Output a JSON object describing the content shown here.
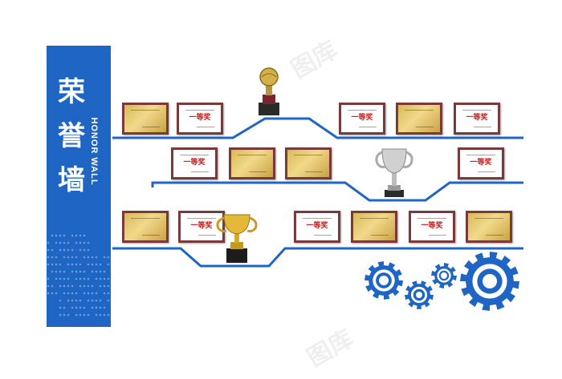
{
  "banner": {
    "title_chars": [
      "荣",
      "誉",
      "墙"
    ],
    "subtitle": "HONOR WALL",
    "color": "#1f66c4"
  },
  "certificates": [
    {
      "style": "gold"
    },
    {
      "style": "white",
      "award": "一等奖"
    },
    {
      "style": "white",
      "award": "一等奖"
    },
    {
      "style": "gold"
    },
    {
      "style": "white",
      "award": "一等奖"
    },
    {
      "style": "white",
      "award": "一等奖"
    },
    {
      "style": "gold"
    },
    {
      "style": "gold"
    },
    {
      "style": "white",
      "award": "一等奖"
    },
    {
      "style": "gold"
    },
    {
      "style": "white",
      "award": "一等奖"
    },
    {
      "style": "white",
      "award": "一等奖"
    },
    {
      "style": "gold"
    },
    {
      "style": "white",
      "award": "一等奖"
    },
    {
      "style": "gold"
    }
  ],
  "trophies": [
    "trophy-bronze",
    "trophy-silver",
    "trophy-gold"
  ],
  "gears": 4,
  "watermark": "图库",
  "accent": "#1f66c4"
}
